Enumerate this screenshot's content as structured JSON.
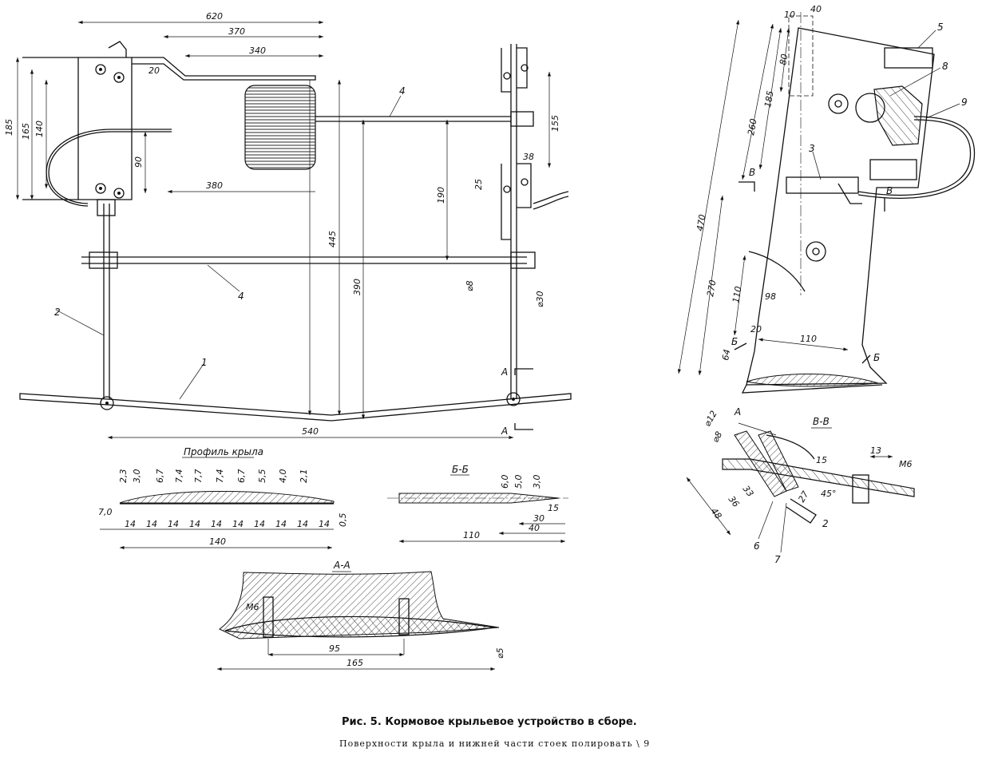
{
  "figure": {
    "caption": "Рис. 5. Кормовое крыльевое устройство в сборе.",
    "note": "Поверхности крыла и нижней части стоек полировать \\ 9"
  },
  "main_view": {
    "dims": {
      "d620": "620",
      "d370": "370",
      "d340": "340",
      "d20": "20",
      "d185": "185",
      "d165": "165",
      "d140": "140",
      "d90": "90",
      "d380": "380",
      "d445": "445",
      "d390": "390",
      "d190": "190",
      "d155": "155",
      "d38": "38",
      "d25": "25",
      "d8": "⌀8",
      "d30": "⌀30",
      "d540": "540"
    },
    "callouts": {
      "c1": "1",
      "c2": "2",
      "c4a": "4",
      "c4b": "4"
    },
    "sections": {
      "a_top": "A",
      "a_bottom": "A"
    }
  },
  "profile": {
    "title": "Профиль крыла",
    "thickness": [
      "2,3",
      "3,0",
      "6,7",
      "7,4",
      "7,7",
      "7,4",
      "6,7",
      "5,5",
      "4,0",
      "2,1"
    ],
    "spacing": [
      "14",
      "14",
      "14",
      "14",
      "14",
      "14",
      "14",
      "14",
      "14",
      "14"
    ],
    "left_dim": "7,0",
    "right_dim": "0,5",
    "total": "140"
  },
  "section_bb": {
    "title": "Б-Б",
    "thickness": [
      "6,0",
      "5,0",
      "3,0"
    ],
    "d15": "15",
    "d30": "30",
    "d40": "40",
    "total": "110"
  },
  "section_aa": {
    "title": "А-А",
    "thread": "М6",
    "d95": "95",
    "d165": "165",
    "d5": "⌀5"
  },
  "side_view": {
    "dims": {
      "d10": "10",
      "d40": "40",
      "d80": "80",
      "d185": "185",
      "d260": "260",
      "d470": "470",
      "d270": "270",
      "d110v": "110",
      "d98": "98",
      "d20": "20",
      "d64": "64",
      "d110h": "110"
    },
    "callouts": {
      "c3": "3",
      "c5": "5",
      "c8": "8",
      "c9": "9"
    },
    "sections": {
      "b1": "В",
      "b2": "В",
      "bb1": "Б",
      "bb2": "Б"
    }
  },
  "section_vv": {
    "title": "В-В",
    "d12": "⌀12",
    "d8": "⌀8",
    "a": "А",
    "d15": "15",
    "d13": "13",
    "thread": "М6",
    "d48": "48",
    "d36": "36",
    "d33": "33",
    "d27": "27",
    "angle": "45°",
    "c2": "2",
    "c6": "6",
    "c7": "7"
  }
}
